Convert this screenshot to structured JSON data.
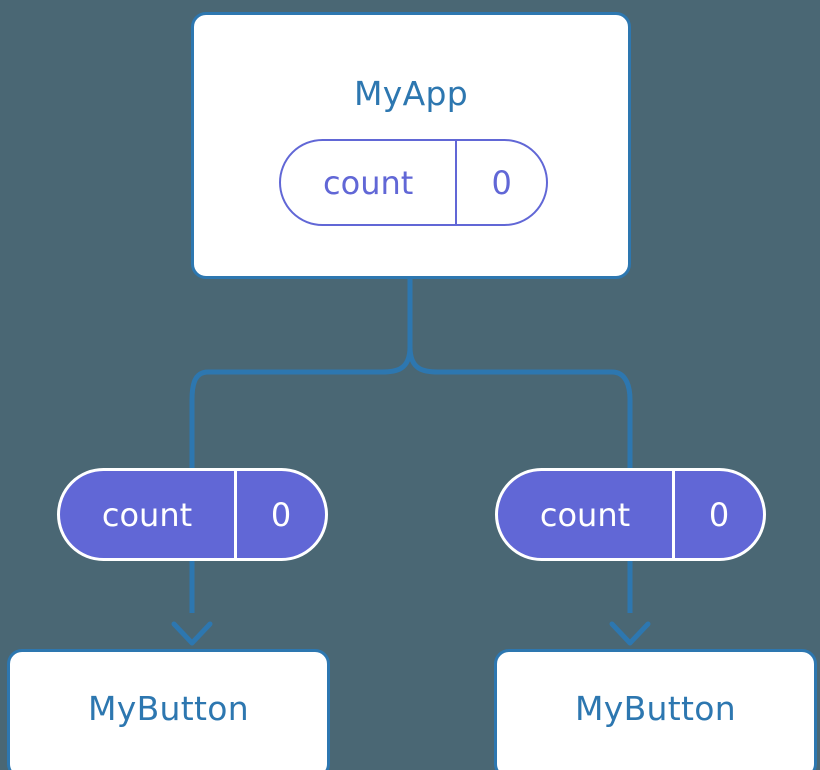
{
  "diagram": {
    "title_implicit": "",
    "background_color": "#4a6774",
    "accent_blue": "#2d77b0",
    "accent_purple": "#6167d6",
    "card_fill": "#ffffff"
  },
  "root": {
    "name": "MyApp",
    "state": {
      "key": "count",
      "value": "0"
    }
  },
  "branches": [
    {
      "side": "left",
      "state": {
        "key": "count",
        "value": "0"
      },
      "component": {
        "name": "MyButton"
      }
    },
    {
      "side": "right",
      "state": {
        "key": "count",
        "value": "0"
      },
      "component": {
        "name": "MyButton"
      }
    }
  ],
  "connectors": {
    "trunk_label": "",
    "arrowhead_style": "chevron-down"
  }
}
